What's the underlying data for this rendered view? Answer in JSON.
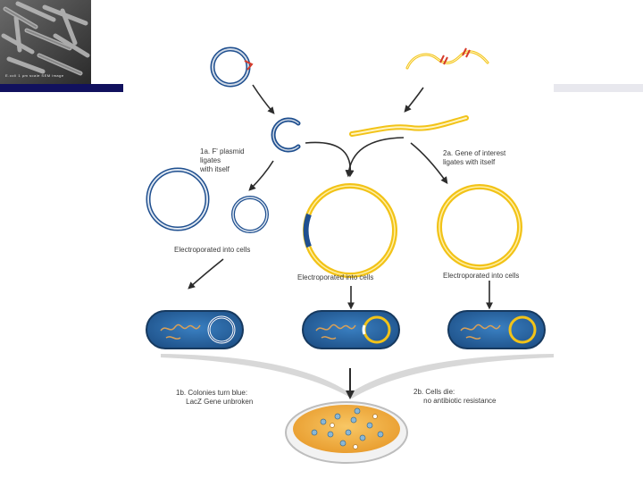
{
  "micrograph": {
    "caption": "E.coli 1 μm scale SEM image"
  },
  "labels": {
    "step_1a": "1a. F' plasmid\nligates\nwith itself",
    "step_2a": "2a. Gene of interest\nligates with itself",
    "electroporated_left": "Electroporated into cells",
    "electroporated_middle": "Electroporated into cells",
    "electroporated_right": "Electroporated into cells",
    "step_1b": "1b. Colonies turn blue:\n     LacZ Gene unbroken",
    "step_2b": "2b. Cells die:\n     no antibiotic resistance"
  },
  "colors": {
    "accent_bar": "#11115e",
    "plasmid_blue": "#1f4f8f",
    "plasmid_light": "#ffffff",
    "gene_yellow": "#f2c318",
    "cell_blue": "#2e6da8",
    "dish_orange": "#f4b24a",
    "arrow": "#333333"
  }
}
